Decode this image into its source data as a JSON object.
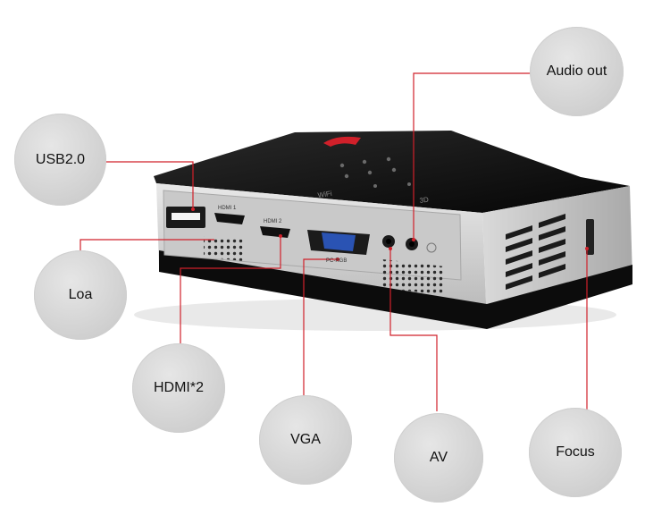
{
  "image": {
    "subject": "mini-projector",
    "accent_line_color": "#d0202a"
  },
  "callouts": {
    "usb": "USB2.0",
    "audio_out": "Audio out",
    "loa": "Loa",
    "hdmi": "HDMI*2",
    "vga": "VGA",
    "av": "AV",
    "focus": "Focus"
  },
  "device_labels": {
    "hdmi1": "HDMI 1",
    "hdmi2": "HDMI 2",
    "pc_rgb": "PC-RGB",
    "wifi": "WiFi",
    "threed": "3D"
  }
}
